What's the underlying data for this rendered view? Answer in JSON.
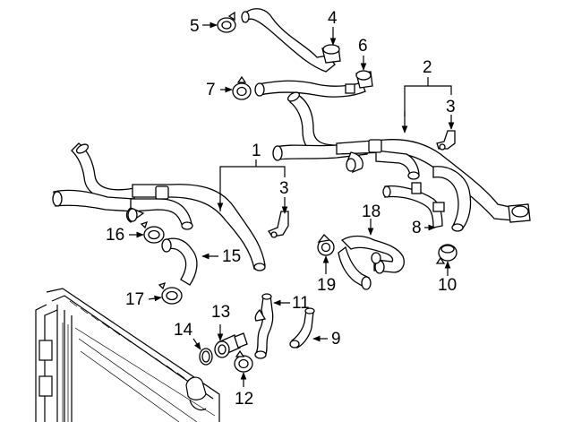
{
  "callouts": {
    "c1": "1",
    "c2": "2",
    "c3a": "3",
    "c3b": "3",
    "c4": "4",
    "c5": "5",
    "c6": "6",
    "c7": "7",
    "c8": "8",
    "c9": "9",
    "c10": "10",
    "c11": "11",
    "c12": "12",
    "c13": "13",
    "c14": "14",
    "c15": "15",
    "c16": "16",
    "c17": "17",
    "c18": "18",
    "c19": "19"
  },
  "colors": {
    "line": "#000000",
    "fill": "#ffffff"
  }
}
